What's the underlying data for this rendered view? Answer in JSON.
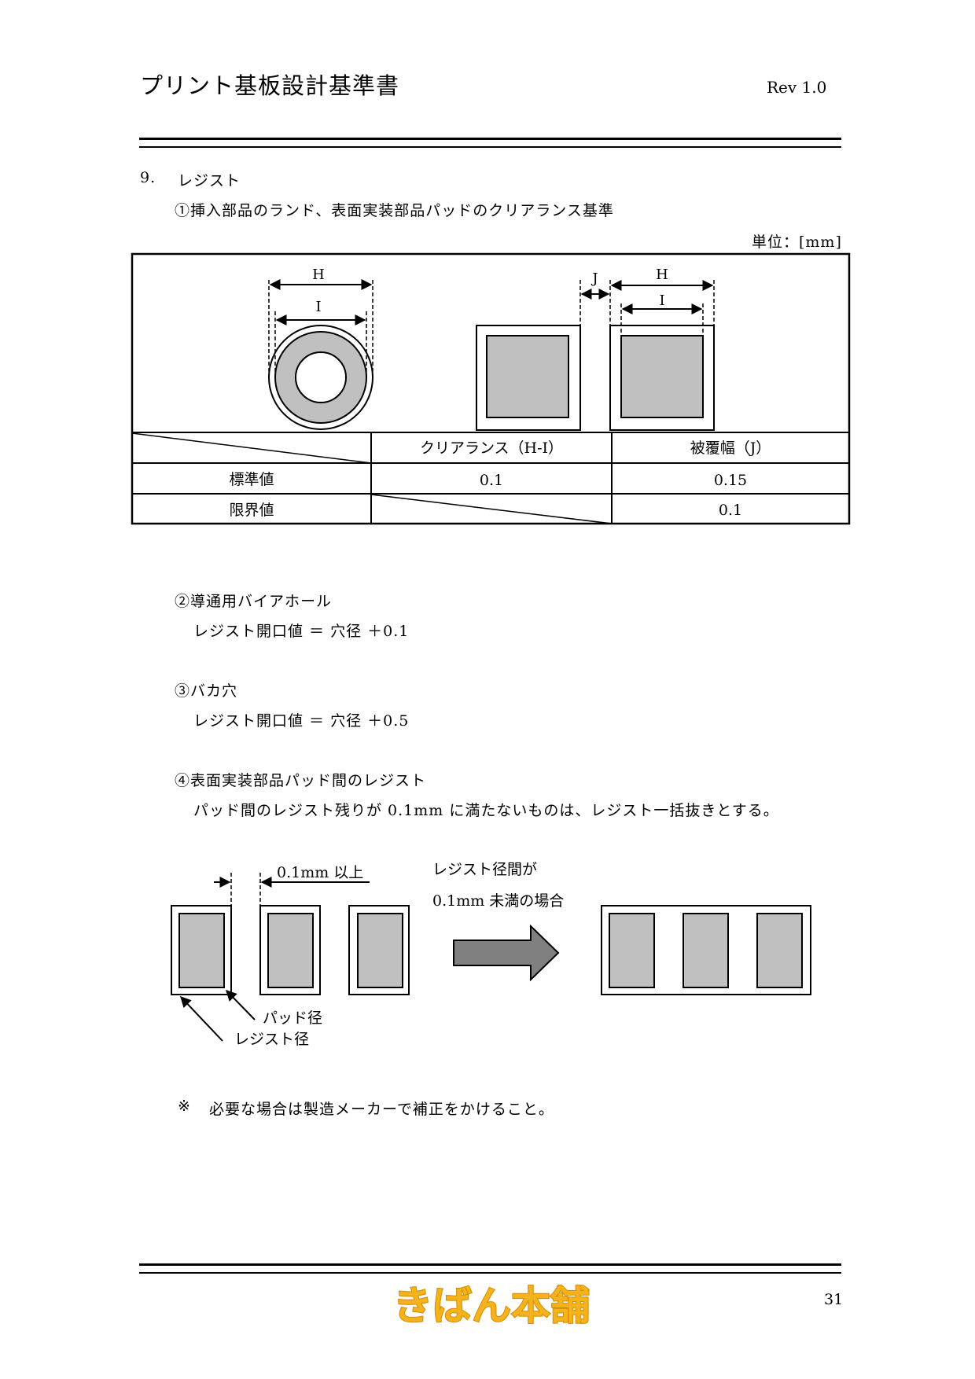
{
  "header": {
    "title": "プリント基板設計基準書",
    "revision": "Rev 1.0"
  },
  "section": {
    "number": "9.",
    "title": "レジスト",
    "sub1": "①挿入部品のランド、表面実装部品パッドのクリアランス基準",
    "unit": "単位：[mm]"
  },
  "diagram_top": {
    "label_h": "H",
    "label_i": "I",
    "label_j": "J"
  },
  "table": {
    "col_clearance": "クリアランス（H-I）",
    "col_coating": "被覆幅（J）",
    "rows": [
      {
        "label": "標準値",
        "clearance": "0.1",
        "coating": "0.15"
      },
      {
        "label": "限界値",
        "clearance": "",
        "coating": "0.1"
      }
    ]
  },
  "item2": {
    "title": "②導通用バイアホール",
    "formula": "レジスト開口値 ＝ 穴径 ＋0.1"
  },
  "item3": {
    "title": "③バカ穴",
    "formula": "レジスト開口値 ＝ 穴径 ＋0.5"
  },
  "item4": {
    "title": "④表面実装部品パッド間のレジスト",
    "desc": "パッド間のレジスト残りが 0.1mm に満たないものは、レジスト一括抜きとする。"
  },
  "diagram_bottom": {
    "gap_label": "0.1mm 以上",
    "cond_line1": "レジスト径間が",
    "cond_line2": "0.1mm 未満の場合",
    "pad_label": "パッド径",
    "resist_label": "レジスト径"
  },
  "note": {
    "mark": "※",
    "text": "必要な場合は製造メーカーで補正をかけること。"
  },
  "footer": {
    "logo_text": "きばん本舗",
    "page_number": "31"
  },
  "colors": {
    "pad_fill": "#c0c0c0",
    "arrow_fill": "#808080",
    "logo_fill": "#f2b31c",
    "logo_stroke": "#d98a00"
  }
}
